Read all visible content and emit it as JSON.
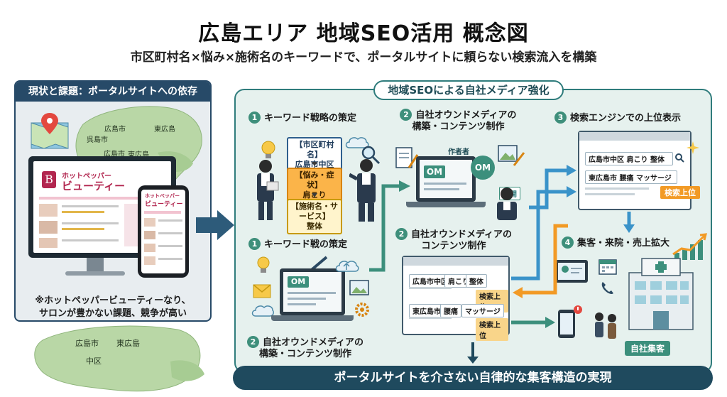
{
  "header": {
    "title": "広島エリア 地域SEO活用 概念図",
    "subtitle": "市区町村名×悩み×施術名のキーワードで、ポータルサイトに頼らない検索流入を構築"
  },
  "left": {
    "header": "現状と課題：ポータルサイトへの依存",
    "map_labels": [
      "広島市",
      "東広島",
      "呉島市",
      "広島市",
      "東広島",
      "広島市",
      "東広島",
      "中区"
    ],
    "portal_logo_letter": "B",
    "portal_name_line1": "ホットペッパー",
    "portal_name_line2": "ビューティー",
    "phone_line1": "ホットペッパー",
    "phone_line2": "ビューティー",
    "note_line1": "※ホットペッパービューティーなり、",
    "note_line2": "サロンが豊かない課題、競争が高い"
  },
  "right": {
    "pill": "地域SEOによる自社メディア強化",
    "steps": [
      {
        "num": "1",
        "label": "キーワード戦略の策定"
      },
      {
        "num": "2",
        "label_line1": "自社オウンドメディアの",
        "label_line2": "構築・コンテンツ制作"
      },
      {
        "num": "3",
        "label": "検索エンジンでの上位表示"
      },
      {
        "num": "1",
        "label": "キーワード戦の策定"
      },
      {
        "num": "2",
        "label_line1": "自社オウンドメディアの",
        "label_line2": "コンテンツ制作"
      },
      {
        "num": "4",
        "label": "集客・来院・売上拡大"
      },
      {
        "num": "2",
        "label_line1": "自社オウンドメディアの",
        "label_line2": "構築・コンテンツ制作"
      }
    ],
    "keywords": {
      "a_line1": "【市区町村名】",
      "a_line2": "広島市中区",
      "b_line1": "【悩み・症状】",
      "b_line2": "肩こり",
      "c_line1": "【施術名・サービス】",
      "c_line2": "整体"
    },
    "om": "OM",
    "author": "作者者",
    "publish": "公開",
    "search_top": {
      "q1": "広島市中区 肩こり 整体",
      "q2": "東広島市 腰痛 マッサージ",
      "rank": "検索上位"
    },
    "search_mid": {
      "r1_a": "広島市中区",
      "r1_b": "肩こり",
      "r1_c": "整体",
      "r1_rank": "検索上位",
      "r2_a": "東広島市",
      "r2_b": "腰痛",
      "r2_c": "マッサージ",
      "r2_rank": "検索上位"
    },
    "jisha": "自社集客"
  },
  "banner": "ポータルサイトを介さない自律的な集客構造の実現",
  "colors": {
    "navy": "#274a68",
    "teal": "#3c8f7c",
    "orange": "#f29a25",
    "blue_arrow": "#3a93c9",
    "portal": "#b2264f"
  }
}
